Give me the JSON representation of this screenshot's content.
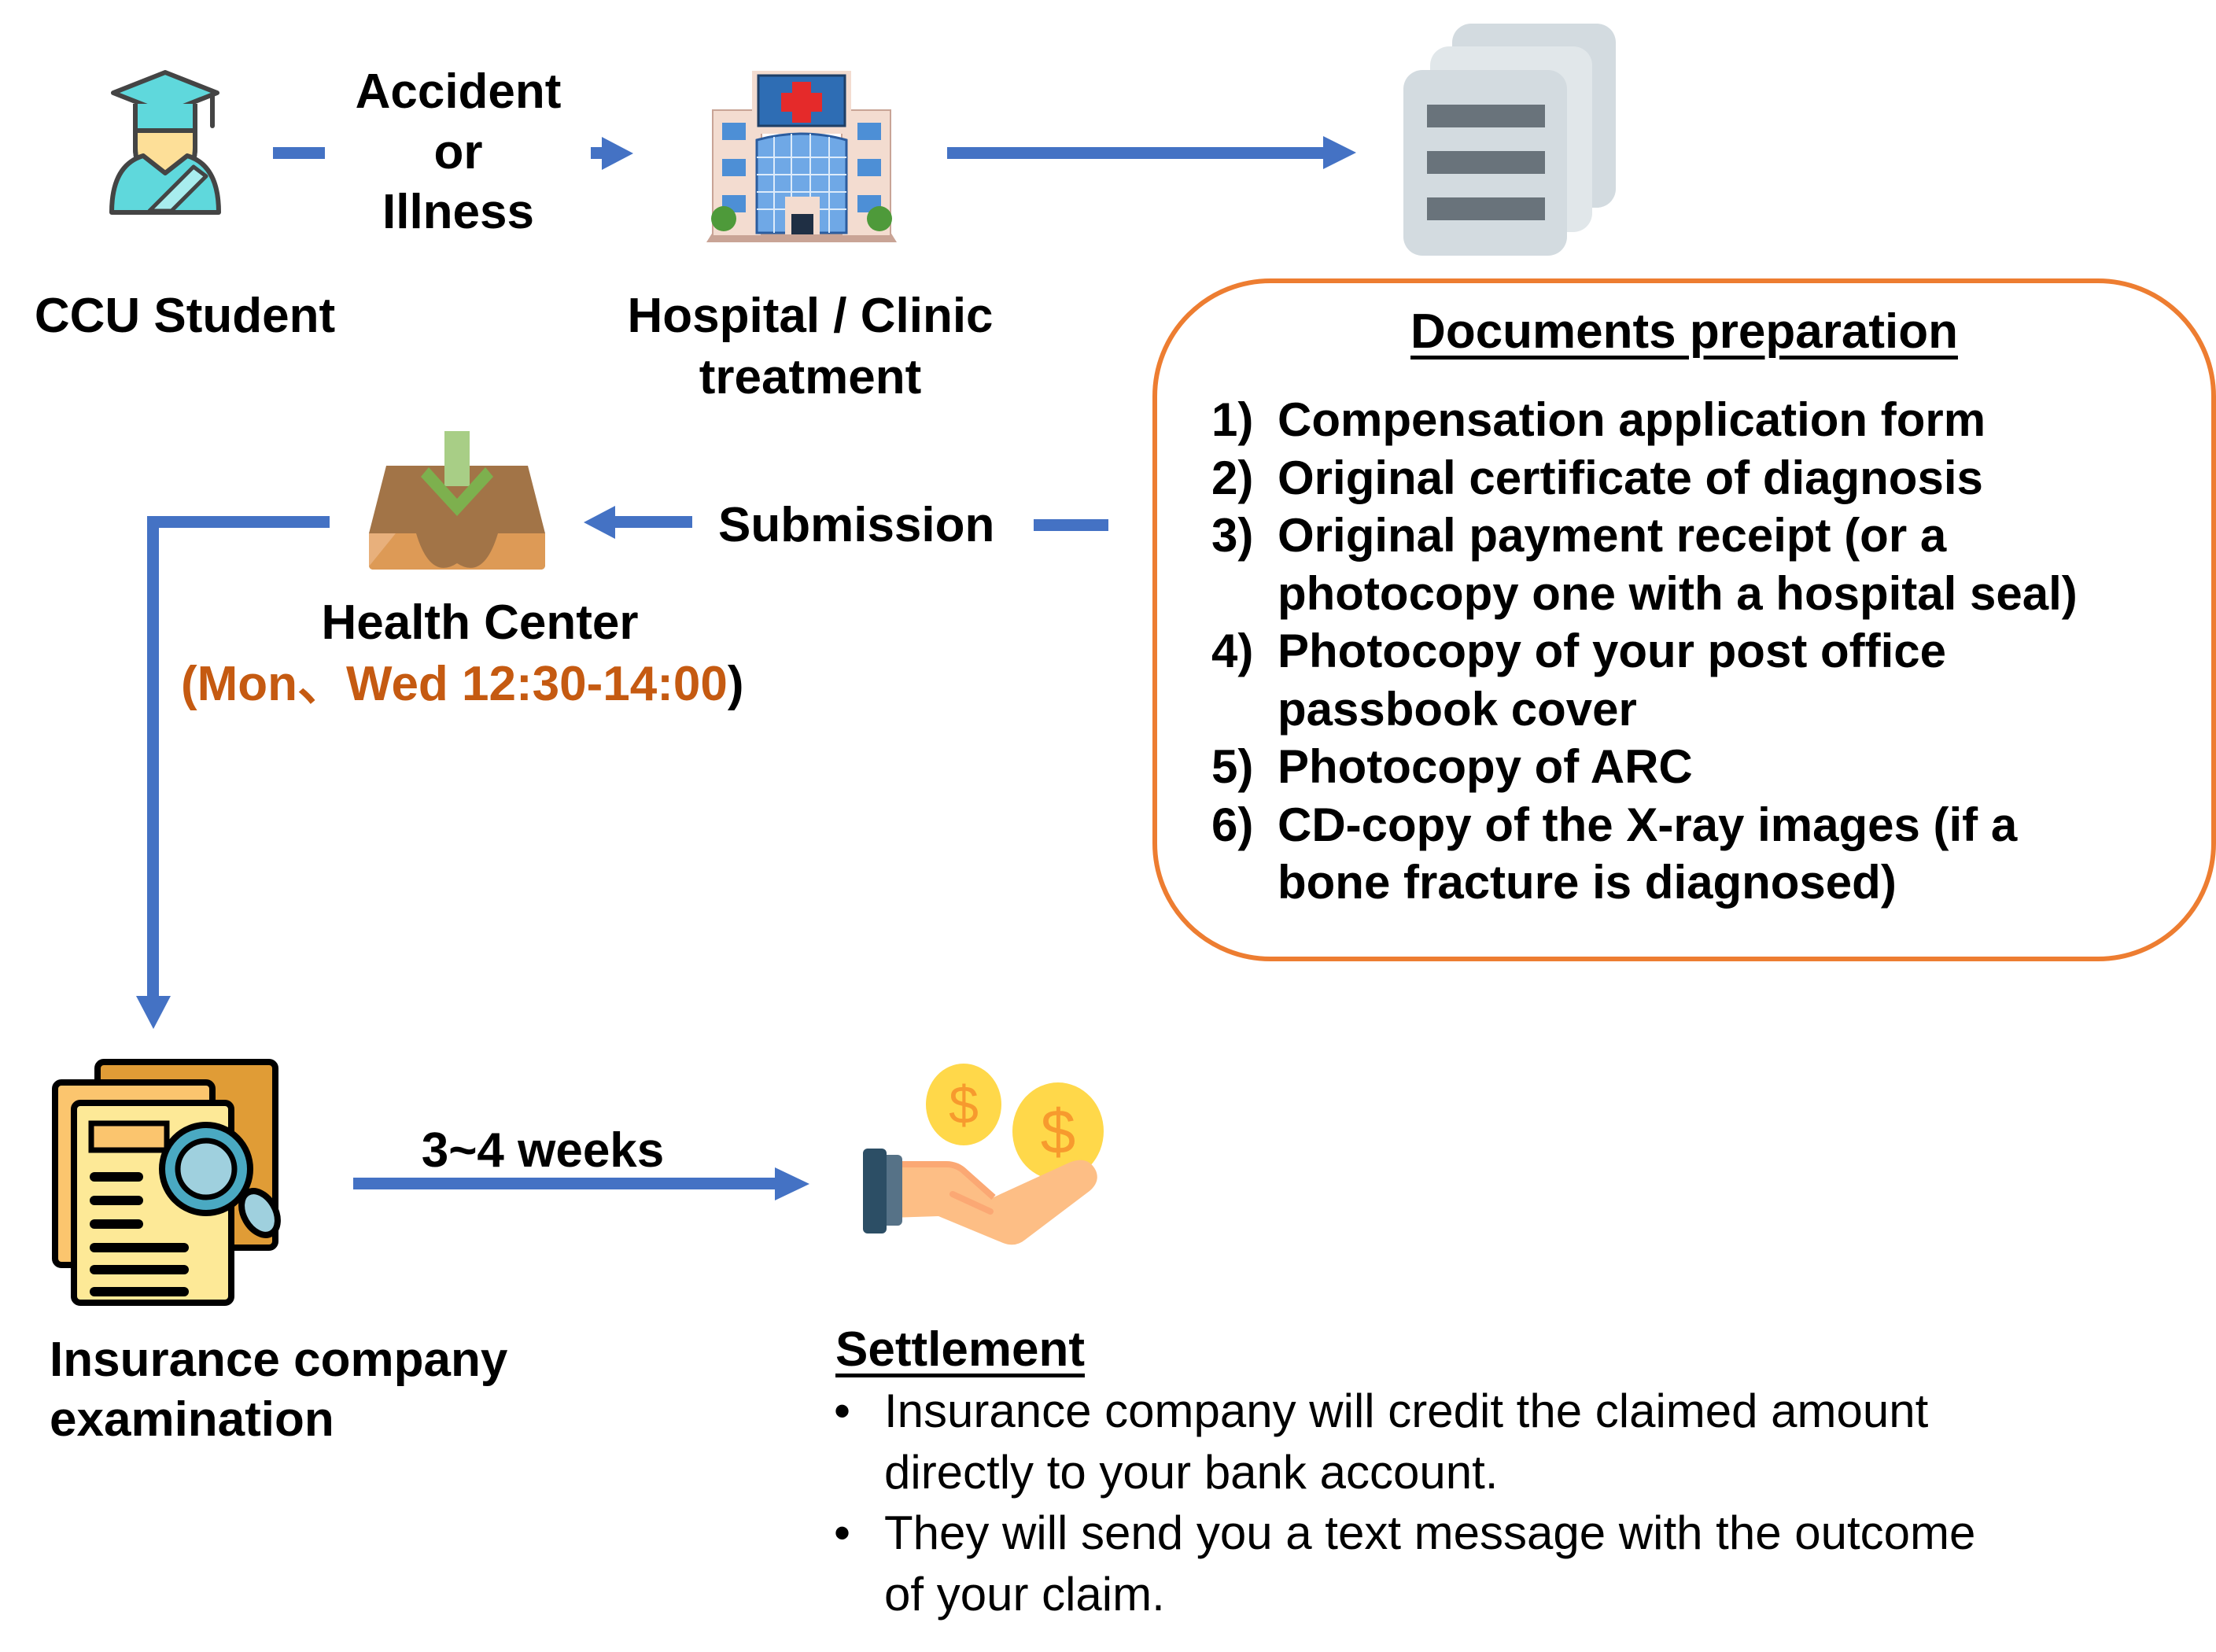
{
  "colors": {
    "arrow": "#4472C4",
    "box_border": "#ED7D31",
    "hours_text": "#C55A11",
    "text": "#000000"
  },
  "nodes": {
    "student": {
      "label": "CCU Student",
      "icon": "student-graduate-icon"
    },
    "trigger": {
      "lines": [
        "Accident",
        "or",
        "Illness"
      ]
    },
    "hospital": {
      "lines": [
        "Hospital / Clinic",
        "treatment"
      ],
      "icon": "hospital-building-icon"
    },
    "documents": {
      "icon": "document-stack-icon"
    },
    "health_center": {
      "label": "Health Center",
      "hours_open": "(",
      "hours": "Mon、Wed  12:30-14:00",
      "hours_close": ")",
      "icon": "inbox-tray-icon"
    },
    "submission": {
      "label": "Submission"
    },
    "insurance": {
      "lines": [
        "Insurance company",
        "examination"
      ],
      "icon": "document-magnifier-icon"
    },
    "duration": {
      "label": "3~4 weeks"
    },
    "settlement_icon": {
      "icon": "hand-coins-icon"
    }
  },
  "documents_box": {
    "title": "Documents preparation",
    "items": [
      {
        "num": "1)",
        "lines": [
          "Compensation application form"
        ]
      },
      {
        "num": "2)",
        "lines": [
          "Original certificate of diagnosis"
        ]
      },
      {
        "num": "3)",
        "lines": [
          "Original payment receipt (or a",
          "photocopy one with a hospital seal)"
        ]
      },
      {
        "num": "4)",
        "lines": [
          "Photocopy of your post office",
          "passbook cover"
        ]
      },
      {
        "num": "5)",
        "lines": [
          "Photocopy of ARC"
        ]
      },
      {
        "num": "6)",
        "lines": [
          "CD-copy of the X-ray images (if a",
          "bone fracture is diagnosed)"
        ]
      }
    ]
  },
  "settlement": {
    "title": "Settlement",
    "bullet": "•",
    "items": [
      {
        "lines": [
          "Insurance company will credit the claimed amount",
          "directly to your bank account."
        ]
      },
      {
        "lines": [
          "They will send you a text message with the outcome",
          "of your claim."
        ]
      }
    ]
  }
}
